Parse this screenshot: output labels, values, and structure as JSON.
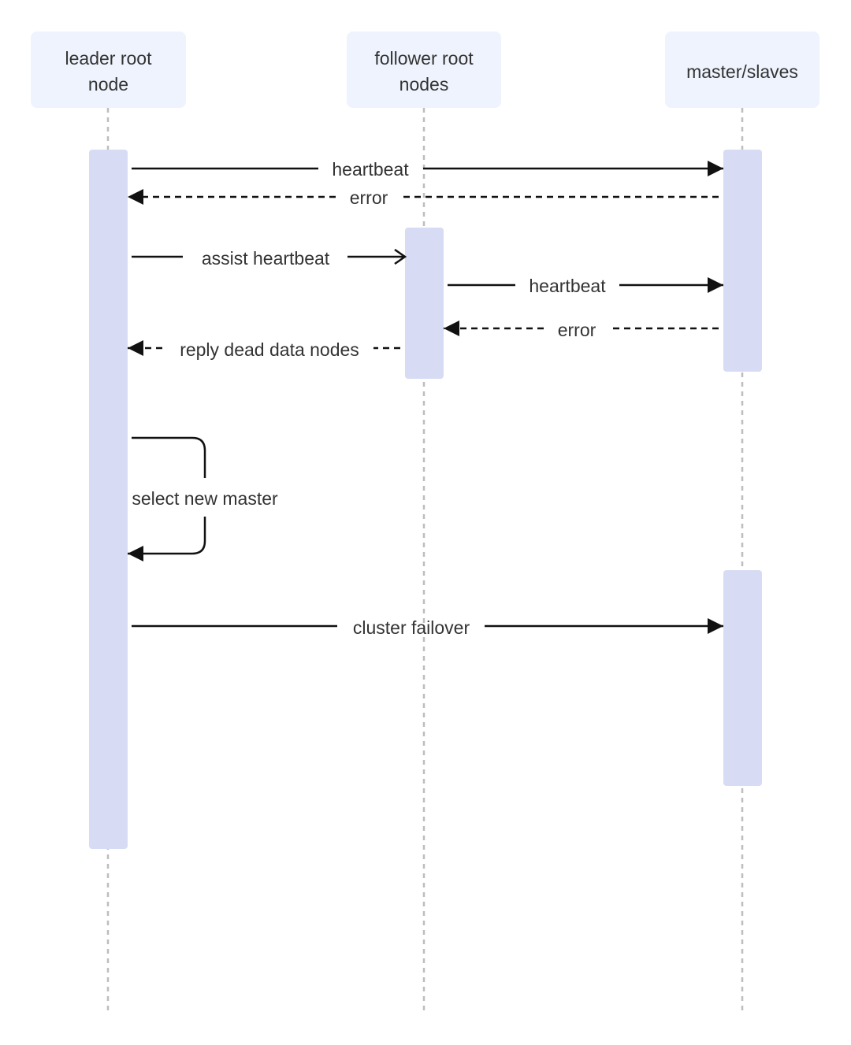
{
  "participants": [
    {
      "id": "leader",
      "lines": [
        "leader root",
        "node"
      ]
    },
    {
      "id": "follower",
      "lines": [
        "follower root",
        "nodes"
      ]
    },
    {
      "id": "master",
      "lines": [
        "master/slaves"
      ]
    }
  ],
  "messages": [
    {
      "from": "leader",
      "to": "master",
      "label": "heartbeat",
      "style": "solid",
      "head": "filled"
    },
    {
      "from": "master",
      "to": "leader",
      "label": "error",
      "style": "dashed",
      "head": "filled"
    },
    {
      "from": "leader",
      "to": "follower",
      "label": "assist heartbeat",
      "style": "solid",
      "head": "open"
    },
    {
      "from": "follower",
      "to": "master",
      "label": "heartbeat",
      "style": "solid",
      "head": "filled"
    },
    {
      "from": "master",
      "to": "follower",
      "label": "error",
      "style": "dashed",
      "head": "filled"
    },
    {
      "from": "follower",
      "to": "leader",
      "label": "reply dead data nodes",
      "style": "dashed",
      "head": "filled"
    },
    {
      "from": "leader",
      "to": "leader",
      "label": "select new master",
      "style": "solid",
      "head": "filled",
      "self": true
    },
    {
      "from": "leader",
      "to": "master",
      "label": "cluster failover",
      "style": "solid",
      "head": "filled"
    }
  ],
  "colors": {
    "participant_box": "#eef3fd",
    "activation": "#d7dcf4",
    "lifeline": "#bdbdbd",
    "arrow": "#111111",
    "text": "#333333"
  }
}
